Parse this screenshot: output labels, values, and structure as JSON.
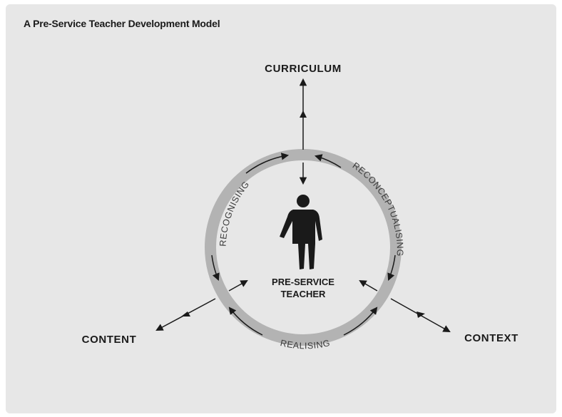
{
  "title": "A Pre-Service Teacher Development Model",
  "nodes": {
    "top": "CURRICULUM",
    "left": "CONTENT",
    "right": "CONTEXT"
  },
  "center": {
    "line1": "PRE-SERVICE",
    "line2": "TEACHER"
  },
  "ring_labels": {
    "left": "RECOGNISING",
    "right": "RECONCEPTUALISING",
    "bottom": "REALISING"
  },
  "colors": {
    "panel": "#e7e7e7",
    "ring": "#b3b3b3",
    "ink": "#1a1a1a"
  }
}
